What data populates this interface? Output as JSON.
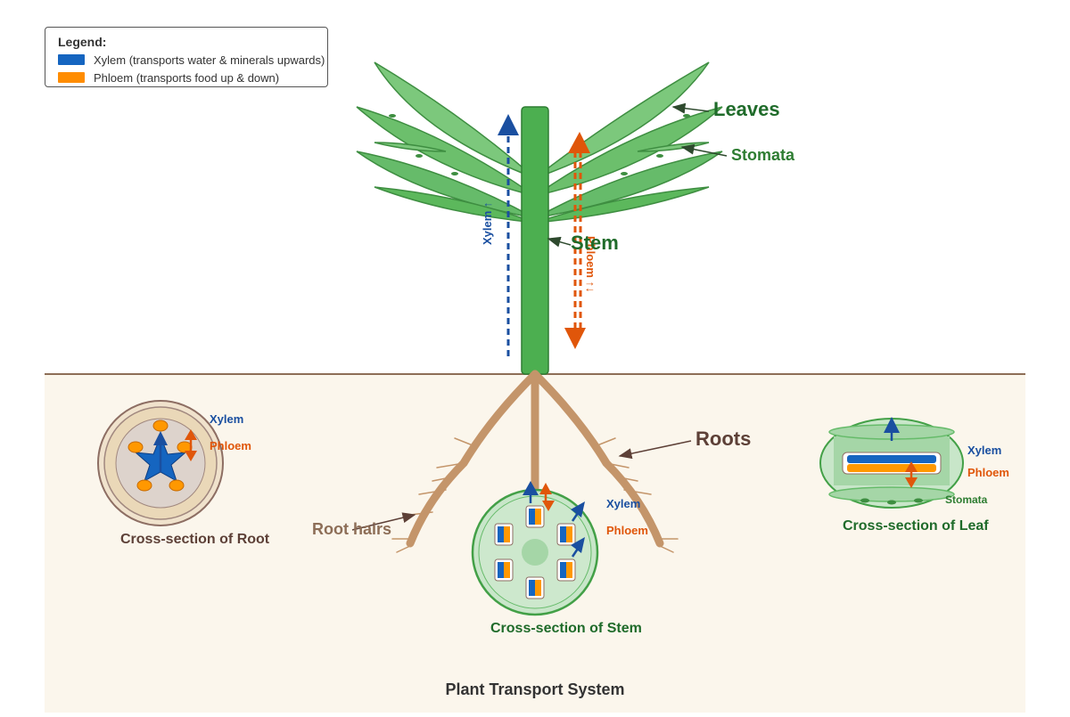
{
  "title": "Plant Transport System",
  "legend": {
    "title": "Legend:",
    "items": [
      {
        "label": "Xylem (transports water & minerals upwards)",
        "color": "#1565c0"
      },
      {
        "label": "Phloem (transports food up & down)",
        "color": "#ff8c00"
      }
    ]
  },
  "plant_labels": {
    "leaves": "Leaves",
    "stomata": "Stomata",
    "stem": "Stem",
    "xylem_arrow": "Xylem ↑",
    "phloem_arrow": "Phloem ↑↓",
    "roots": "Roots",
    "root_hairs": "Root hairs"
  },
  "cross_sections": {
    "root": {
      "title": "Cross-section of Root",
      "xylem": "Xylem",
      "phloem": "Phloem"
    },
    "stem": {
      "title": "Cross-section of Stem",
      "xylem": "Xylem",
      "phloem": "Phloem"
    },
    "leaf": {
      "title": "Cross-section of Leaf",
      "xylem": "Xylem",
      "phloem": "Phloem",
      "stomata": "Stomata"
    }
  },
  "colors": {
    "xylem": "#1a4fa0",
    "phloem": "#e0560a",
    "leaf_green": "#6cbf6c",
    "stem_green": "#4caf50",
    "root_brown": "#c4956a",
    "soil_bg": "#fbf6ec",
    "ground_line": "#8d6e57",
    "dark_green_text": "#1f6b2a",
    "brown_text": "#5d4037"
  }
}
